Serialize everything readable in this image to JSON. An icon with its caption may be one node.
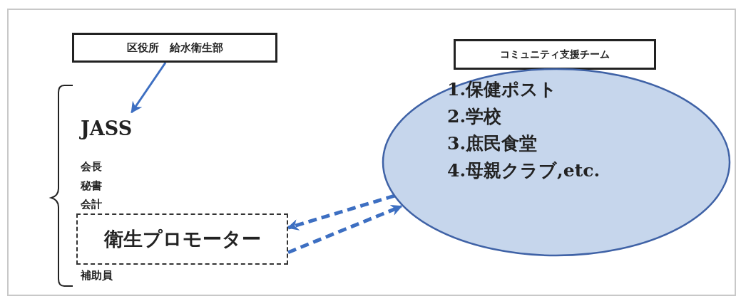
{
  "diagram": {
    "nodes": [
      {
        "text": [
          "区役所　給水衛生部"
        ]
      },
      {
        "text": [
          "JASS"
        ]
      },
      {
        "text": [
          "衛生プロモーター"
        ]
      },
      {
        "text": [
          "コミュニティ支援チーム"
        ]
      },
      {
        "text": [
          "1.保健ポスト",
          "2.学校",
          "3.庶民食堂",
          "4.母親クラブ,etc."
        ]
      }
    ],
    "edges": [
      {
        "from": 0,
        "to": 1,
        "arrow": "to"
      },
      {
        "from": 4,
        "to": 2,
        "arrow": "to",
        "style": "dashed"
      },
      {
        "from": 2,
        "to": 4,
        "arrow": "to",
        "style": "dashed"
      }
    ],
    "labels": [
      "会長",
      "秘書",
      "会計",
      "補助員"
    ]
  }
}
